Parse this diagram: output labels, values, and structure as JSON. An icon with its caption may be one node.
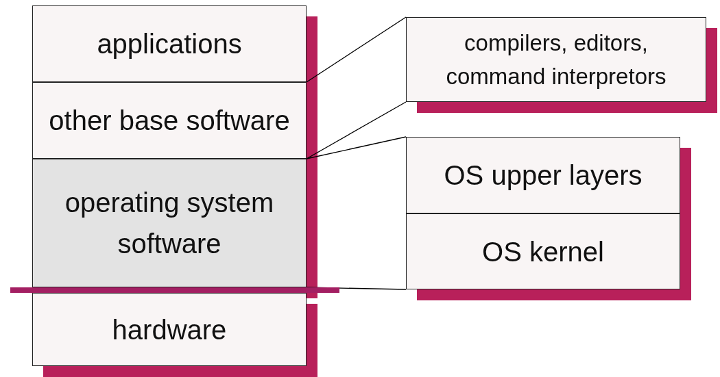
{
  "diagram": {
    "nodes": [
      {
        "text": [
          "applications"
        ]
      },
      {
        "text": [
          "other base software"
        ]
      },
      {
        "text": [
          "operating system software"
        ]
      },
      {
        "text": [
          "hardware"
        ]
      },
      {
        "text": [
          "compilers, editors, command interpretors"
        ]
      },
      {
        "text": [
          "OS upper layers"
        ]
      },
      {
        "text": [
          "OS kernel"
        ]
      }
    ],
    "edges": [
      {
        "from": 1,
        "to": 4,
        "arrow": "none"
      },
      {
        "from": 1,
        "to": 4,
        "arrow": "none"
      },
      {
        "from": 2,
        "to": 5,
        "arrow": "none"
      },
      {
        "from": 2,
        "to": 6,
        "arrow": "none"
      }
    ]
  }
}
